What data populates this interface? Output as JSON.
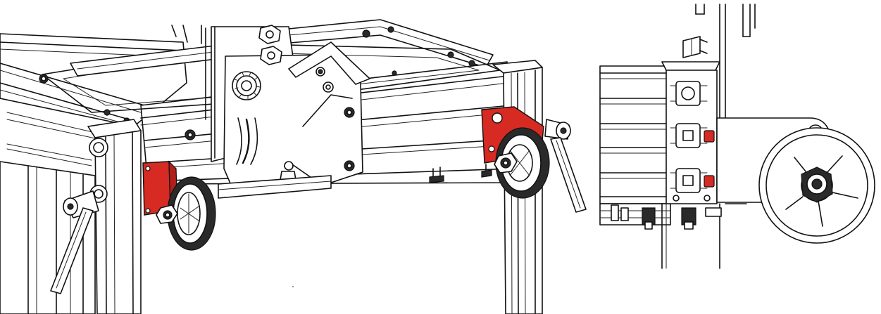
{
  "figure": {
    "accent_color": "#d62a22",
    "line_color": "#111111",
    "background": "#ffffff",
    "left_view": {
      "parts": [
        "frame-profile",
        "leg-left",
        "leg-right",
        "clamp-lever-left",
        "clamp-lever-right",
        "bracket-left",
        "bracket-right",
        "wheel-left",
        "wheel-right",
        "blade-fence-assembly",
        "knob"
      ]
    },
    "right_view": {
      "parts": [
        "profile-end-detail",
        "bracket-detail",
        "wheel-large",
        "mounting-bolts"
      ]
    }
  }
}
